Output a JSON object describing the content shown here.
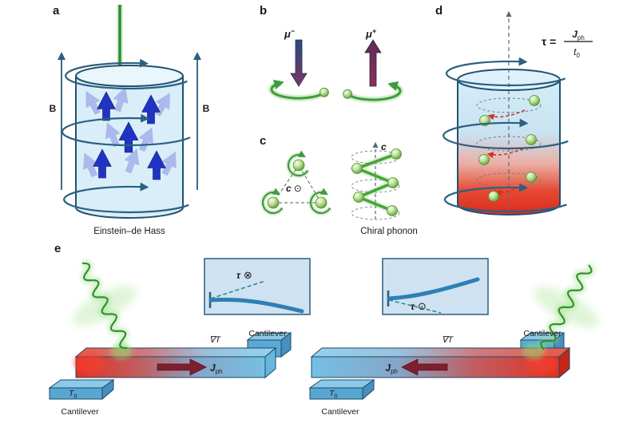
{
  "figure": {
    "panel_a": {
      "label": "a",
      "b_left": "B",
      "b_right": "B",
      "caption": "Einstein–de Hass"
    },
    "panel_b": {
      "label": "b",
      "mu": "μ",
      "sup_minus": "−",
      "sup_plus": "+"
    },
    "panel_c": {
      "label": "c",
      "axis": "c",
      "out_of_plane": "⊙",
      "helix_axis": "c",
      "caption": "Chiral phonon"
    },
    "panel_d": {
      "label": "d",
      "tau_eq": "τ =",
      "j": "J",
      "j_sub": "ph",
      "t": "t",
      "t_sub": "0"
    },
    "panel_e": {
      "label": "e",
      "left": {
        "grad_t": "∇T",
        "j": "J",
        "j_sub": "ph",
        "cantilever_top": "Cantilever",
        "cantilever_bottom": "Cantilever",
        "t": "T",
        "t_sub": "0",
        "tau": "τ",
        "torque_dir": "⊗"
      },
      "right": {
        "grad_t": "∇T",
        "j": "J",
        "j_sub": "ph",
        "cantilever_top": "Cantilever",
        "cantilever_bottom": "Cantilever",
        "t": "T",
        "t_sub": "0",
        "tau": "τ",
        "torque_dir": "⊙"
      }
    },
    "colors": {
      "outline_navy": "#2b5d7c",
      "phonon_green": "#3f9b3f",
      "spin_blue": "#2034c4",
      "hot_red": "#e03222",
      "cold_blue": "#74c0e4"
    }
  }
}
